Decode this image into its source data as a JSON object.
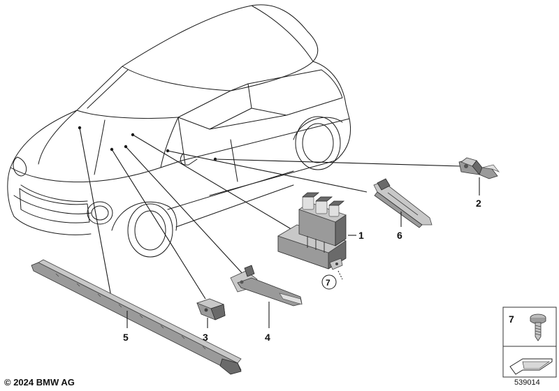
{
  "callouts": [
    {
      "id": "1",
      "label": "1"
    },
    {
      "id": "2",
      "label": "2"
    },
    {
      "id": "3",
      "label": "3"
    },
    {
      "id": "4",
      "label": "4"
    },
    {
      "id": "5",
      "label": "5"
    },
    {
      "id": "6",
      "label": "6"
    },
    {
      "id": "7",
      "label": "7"
    }
  ],
  "legend": {
    "screw_label": "7"
  },
  "footer": {
    "copyright": "© 2024 BMW AG",
    "diagram_number": "539014"
  }
}
